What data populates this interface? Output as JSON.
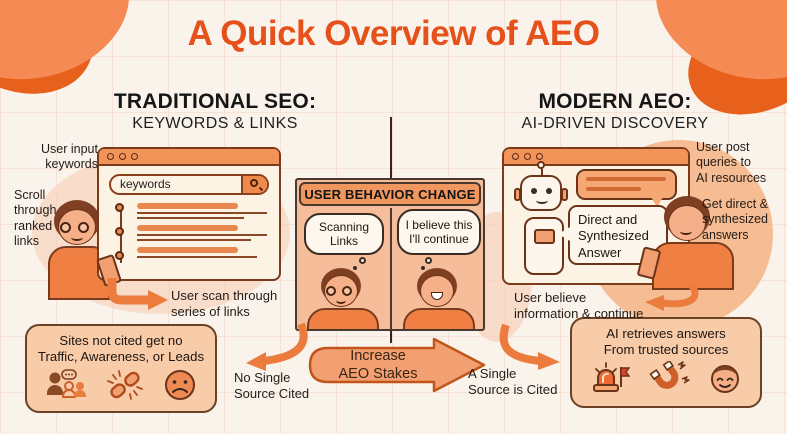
{
  "title": "A Quick Overview of AEO",
  "colors": {
    "accent": "#E6511B",
    "outline": "#7A3A1C",
    "panel_bg": "#F6BD9B",
    "box_bg": "#F8CBA9",
    "arrow": "#EC7C3D"
  },
  "left": {
    "heading": "TRADITIONAL SEO:",
    "subheading": "KEYWORDS & LINKS",
    "browser": {
      "search_value": "keywords",
      "search_icon": "magnifier-icon",
      "window_dots": 3,
      "result_groups": 3
    },
    "labels": {
      "user_input": "User input\nkeywords",
      "scroll": "Scroll\nthrough\nranked\nlinks",
      "scan": "User scan through\nseries of links",
      "no_single_source": "No Single\nSource Cited"
    },
    "box": {
      "title": "Sites not cited get no\nTraffic, Awareness, or Leads",
      "icons": [
        "people-chat-icon",
        "broken-link-icon",
        "sad-face-icon"
      ]
    }
  },
  "center": {
    "panel_title": "USER BEHAVIOR CHANGE",
    "left_thought": "Scanning\nLinks",
    "right_thought": "I believe this\nI'll continue",
    "arrow_label": "Increase\nAEO Stakes"
  },
  "right": {
    "heading": "MODERN AEO:",
    "subheading": "AI-DRIVEN DISCOVERY",
    "bubble": "Direct and\nSynthesized\nAnswer",
    "labels": {
      "post_queries": "User post\nqueries to\nAI resources",
      "get_answers": "Get direct &\nsynthesized\nanswers",
      "believe": "User believe\ninformation & continue",
      "single_source": "A Single\nSource is Cited"
    },
    "box": {
      "title": "AI retrieves answers\nFrom trusted sources",
      "icons": [
        "siren-icon",
        "magnet-icon",
        "happy-face-icon"
      ]
    }
  }
}
